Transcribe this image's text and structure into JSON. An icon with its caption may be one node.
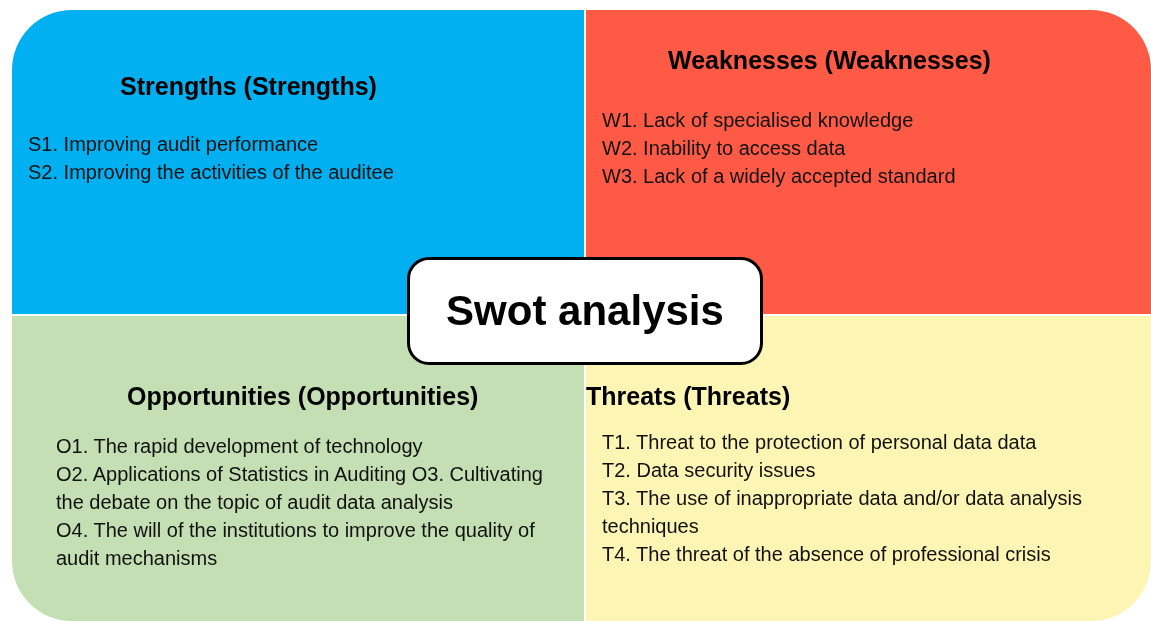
{
  "diagram": {
    "nodes": [
      {
        "text": [
          "Strengths (Strengths)",
          "S1. Improving audit performance",
          "S2. Improving the activities of the auditee"
        ]
      },
      {
        "text": [
          "Weaknesses (Weaknesses)",
          "W1. Lack of specialised knowledge",
          "W2. Inability to access data",
          "W3. Lack of a widely accepted standard"
        ]
      },
      {
        "text": [
          "Opportunities (Opportunities)",
          "O1. The rapid development of technology",
          "O2. Applications of Statistics in Auditing O3. Cultivating the debate on the topic of audit data analysis",
          "O4. The will of the institutions to improve the quality of audit mechanisms"
        ]
      },
      {
        "text": [
          "Threats (Threats)",
          "T1. Threat to the protection of personal data data",
          "T2. Data security issues",
          "T3. The use of inappropriate data and/or data analysis techniques",
          "T4. The threat of the absence of professional crisis"
        ]
      },
      {
        "text": [
          "Swot analysis"
        ]
      }
    ]
  }
}
